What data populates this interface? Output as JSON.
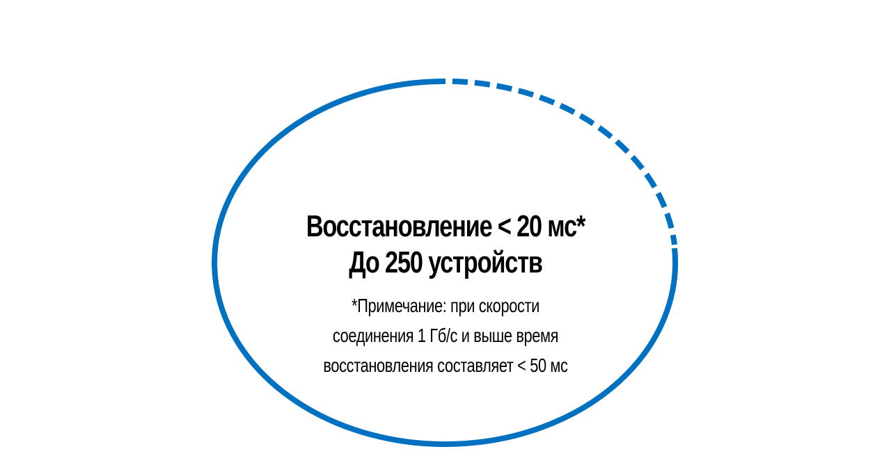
{
  "diagram": {
    "ring_color": "#0070c0",
    "headline": {
      "line1": "Восстановление < 20 мс*",
      "line2": "До 250 устройств"
    },
    "note": {
      "line1": "*Примечание: при скорости",
      "line2": "соединения 1 Гб/с и выше время",
      "line3": "восстановления составляет < 50 мс"
    }
  }
}
